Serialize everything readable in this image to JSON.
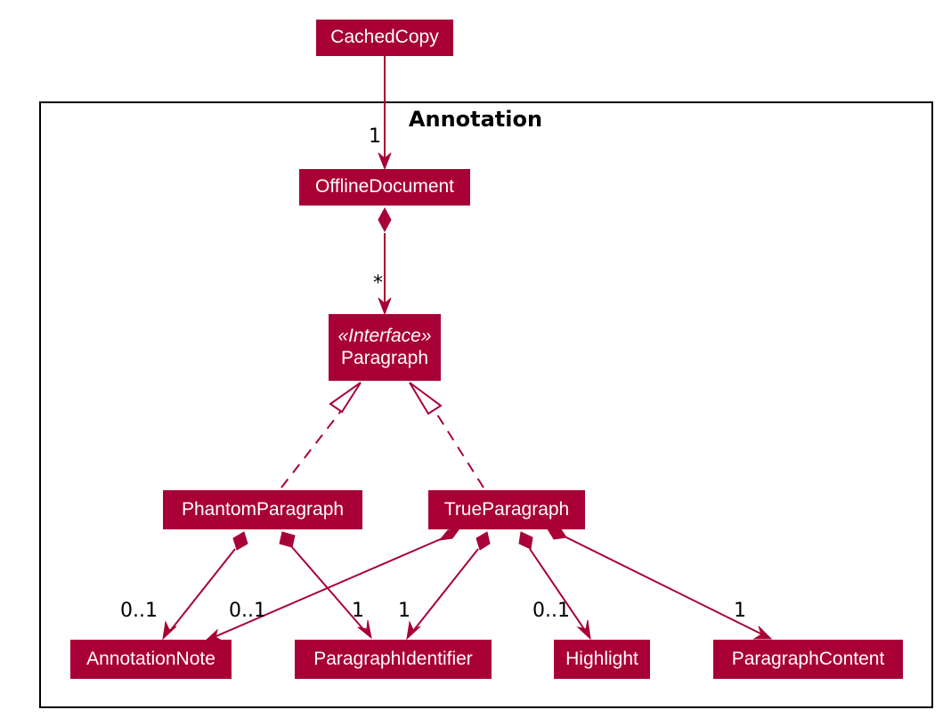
{
  "diagram": {
    "package": {
      "title": "Annotation"
    },
    "classes": {
      "cached_copy": {
        "name": "CachedCopy"
      },
      "offline_document": {
        "name": "OfflineDocument"
      },
      "paragraph": {
        "stereotype": "«Interface»",
        "name": "Paragraph"
      },
      "phantom_paragraph": {
        "name": "PhantomParagraph"
      },
      "true_paragraph": {
        "name": "TrueParagraph"
      },
      "annotation_note": {
        "name": "AnnotationNote"
      },
      "paragraph_identifier": {
        "name": "ParagraphIdentifier"
      },
      "highlight": {
        "name": "Highlight"
      },
      "paragraph_content": {
        "name": "ParagraphContent"
      }
    },
    "relations": [
      {
        "from": "CachedCopy",
        "to": "OfflineDocument",
        "kind": "association",
        "multiplicity": "1"
      },
      {
        "from": "OfflineDocument",
        "to": "Paragraph",
        "kind": "composition",
        "multiplicity": "*"
      },
      {
        "from": "PhantomParagraph",
        "to": "Paragraph",
        "kind": "realization"
      },
      {
        "from": "TrueParagraph",
        "to": "Paragraph",
        "kind": "realization"
      },
      {
        "from": "PhantomParagraph",
        "to": "AnnotationNote",
        "kind": "composition",
        "multiplicity": "0..1"
      },
      {
        "from": "TrueParagraph",
        "to": "AnnotationNote",
        "kind": "composition",
        "multiplicity": "0..1"
      },
      {
        "from": "PhantomParagraph",
        "to": "ParagraphIdentifier",
        "kind": "composition",
        "multiplicity": "1"
      },
      {
        "from": "TrueParagraph",
        "to": "ParagraphIdentifier",
        "kind": "composition",
        "multiplicity": "1"
      },
      {
        "from": "TrueParagraph",
        "to": "Highlight",
        "kind": "composition",
        "multiplicity": "0..1"
      },
      {
        "from": "TrueParagraph",
        "to": "ParagraphContent",
        "kind": "composition",
        "multiplicity": "1"
      }
    ],
    "colors": {
      "class_fill": "#a80036",
      "class_text": "#ffffff",
      "edge": "#a80036",
      "frame": "#000000"
    }
  }
}
